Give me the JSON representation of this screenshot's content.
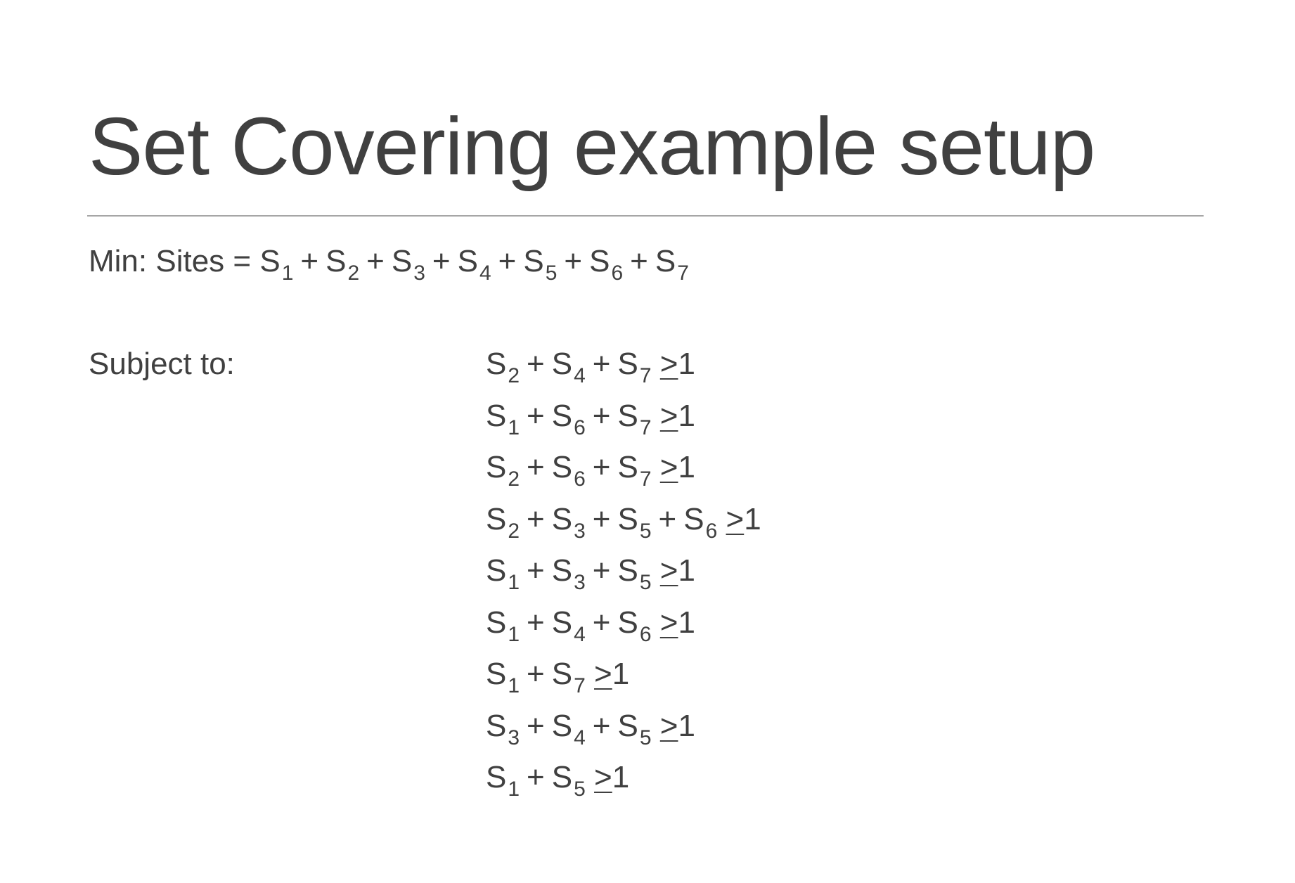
{
  "title": "Set Covering example setup",
  "objective": {
    "label": "Min: Sites =",
    "terms": [
      {
        "var": "S",
        "sub": "1"
      },
      {
        "var": "S",
        "sub": "2"
      },
      {
        "var": "S",
        "sub": "3"
      },
      {
        "var": "S",
        "sub": "4"
      },
      {
        "var": "S",
        "sub": "5"
      },
      {
        "var": "S",
        "sub": "6"
      },
      {
        "var": "S",
        "sub": "7"
      }
    ],
    "operator": "+"
  },
  "subject_label": "Subject to:",
  "relation": ">",
  "rhs": "1",
  "constraints": [
    [
      "2",
      "4",
      "7"
    ],
    [
      "1",
      "6",
      "7"
    ],
    [
      "2",
      "6",
      "7"
    ],
    [
      "2",
      "3",
      "5",
      "6"
    ],
    [
      "1",
      "3",
      "5"
    ],
    [
      "1",
      "4",
      "6"
    ],
    [
      "1",
      "7"
    ],
    [
      "3",
      "4",
      "5"
    ],
    [
      "1",
      "5"
    ]
  ]
}
